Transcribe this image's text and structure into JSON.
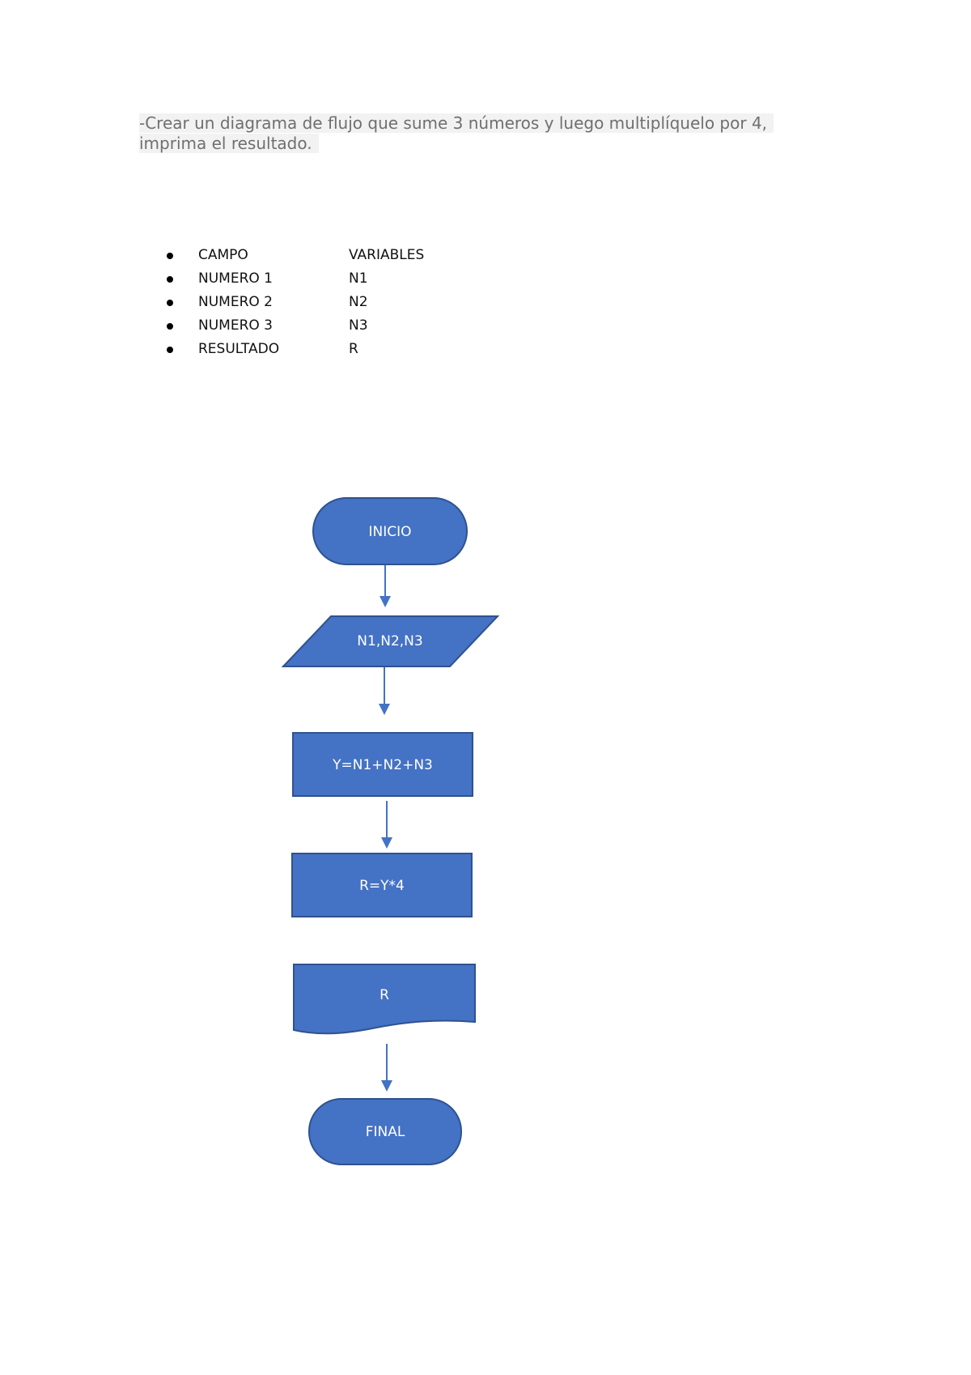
{
  "instruction": {
    "line1": "-Crear un diagrama de flujo que sume 3 números y luego multiplíquelo por 4,",
    "line2": "imprima el resultado."
  },
  "variables_table": {
    "rows": [
      {
        "campo": "CAMPO",
        "variable": "VARIABLES"
      },
      {
        "campo": "NUMERO 1",
        "variable": "N1"
      },
      {
        "campo": "NUMERO  2",
        "variable": "N2"
      },
      {
        "campo": "NUMERO  3",
        "variable": "N3"
      },
      {
        "campo": "RESULTADO",
        "variable": "R"
      }
    ]
  },
  "flowchart": {
    "start": "INICIO",
    "input": "N1,N2,N3",
    "process_sum": "Y=N1+N2+N3",
    "process_mult": "R=Y*4",
    "output": "R",
    "end": "FINAL"
  },
  "colors": {
    "shape_fill": "#4472c4",
    "shape_stroke": "#2f528f",
    "arrow": "#4472c4",
    "intro_text": "#6f6f6f",
    "intro_highlight": "#f2f2f2"
  }
}
